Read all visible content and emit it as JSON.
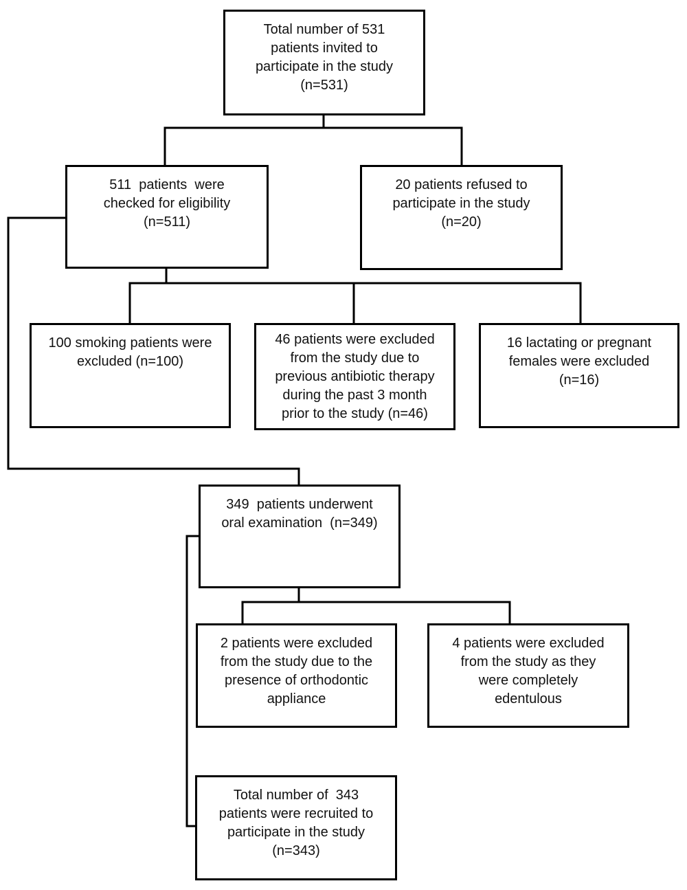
{
  "diagram": {
    "type": "flowchart",
    "background_color": "#ffffff",
    "line_color": "#000000",
    "text_color": "#111111",
    "boxes": [
      {
        "id": "total-invited",
        "text": "Total number of 531\npatients invited to\nparticipate in the study\n(n=531)"
      },
      {
        "id": "eligibility",
        "text": "511  patients  were\nchecked for eligibility\n(n=511)"
      },
      {
        "id": "refused",
        "text": "20 patients refused to\nparticipate in the study\n(n=20)"
      },
      {
        "id": "smoking-excluded",
        "text": "100 smoking patients were\nexcluded (n=100)"
      },
      {
        "id": "antibiotic-excluded",
        "text": "46 patients were excluded\nfrom the study due to\nprevious antibiotic therapy\nduring the past 3 month\nprior to the study (n=46)"
      },
      {
        "id": "pregnant-excluded",
        "text": "16 lactating or pregnant\nfemales were excluded\n(n=16)"
      },
      {
        "id": "oral-examination",
        "text": "349  patients underwent\noral examination  (n=349)"
      },
      {
        "id": "orthodontic-excluded",
        "text": "2 patients were excluded\nfrom the study due to the\npresence of orthodontic\nappliance"
      },
      {
        "id": "edentulous-excluded",
        "text": "4 patients were excluded\nfrom the study as they\nwere completely\nedentulous"
      },
      {
        "id": "recruited",
        "text": "Total number of  343\npatients were recruited to\nparticipate in the study\n(n=343)"
      }
    ],
    "edges": [
      {
        "from": "total-invited",
        "to": [
          "eligibility",
          "refused"
        ]
      },
      {
        "from": "eligibility",
        "to": [
          "smoking-excluded",
          "antibiotic-excluded",
          "pregnant-excluded"
        ]
      },
      {
        "from": "eligibility",
        "to": [
          "oral-examination"
        ]
      },
      {
        "from": "oral-examination",
        "to": [
          "orthodontic-excluded",
          "edentulous-excluded"
        ]
      },
      {
        "from": "oral-examination",
        "to": [
          "recruited"
        ]
      }
    ],
    "counts": {
      "invited": 531,
      "checked_for_eligibility": 511,
      "refused": 20,
      "smoking_excluded": 100,
      "antibiotic_excluded": 46,
      "lactating_or_pregnant_excluded": 16,
      "oral_examination": 349,
      "orthodontic_excluded": 2,
      "edentulous_excluded": 4,
      "recruited": 343
    }
  }
}
